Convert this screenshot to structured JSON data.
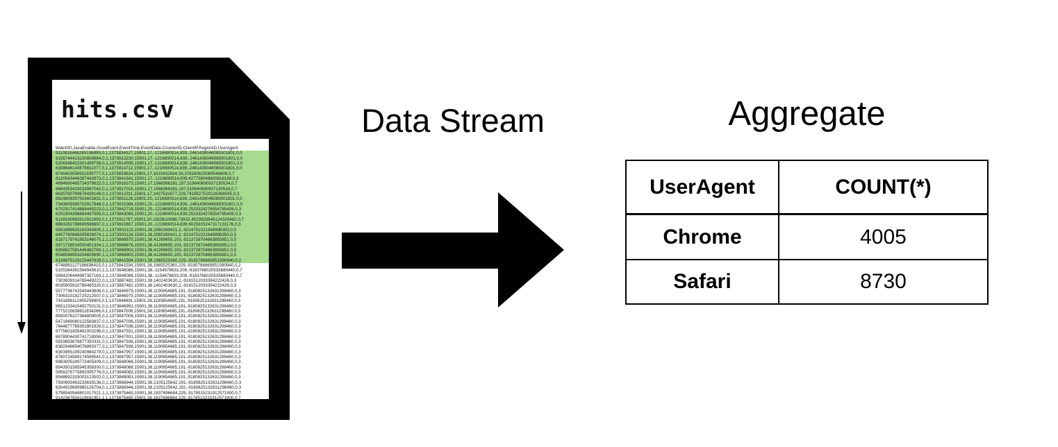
{
  "file": {
    "name": "hits.csv",
    "csv_header": "WatchID,JavaEnable,GoodEvent,EventTime,EventDate,CounterID,ClientIP,RegionID,UserAgent",
    "highlighted_row_count": 22,
    "highlight_color": "#a8db90",
    "csv_rows": [
      "9110818468285196899,0,1,1373834327,15901,17,-1216690514,839,-2461439046089301801,0,0",
      "8156744413230856864,0,1,1373913230,15901,17,-1216690514,839,-2461439046089301801,0,0",
      "5206346422301499756,0,1,1373914595,15901,17,-1216690514,839,-2461439046089301801,0,0",
      "6308646140879811077,0,1,1373914712,15901,17,-1216690514,839,-2461439046089301801,0,0",
      "8740403056911509777,0,1,1373833834,15901,17,1615432634,39,376160620089546609,0,7",
      "8120543446287442873,0,1,1373841641,15901,17,-1216690514,839,427738049800818189,0,3",
      "4894690465724379622,0,1,1373916373,15901,17,1568366281,197,519640690937130534,0,7",
      "6864353419233967042,0,1,1373917016,15901,17,1568366281,197,519640690937130534,0,7",
      "6635790769678439148,0,1,1373912311,15901,17,1427531677,229,7418527520126366595,0,3",
      "8924809397503602651,0,1,1373851126,15901,20,-1216690514,839,-2461439046089301801,0,0",
      "7343609385702917948,0,1,1373915384,15901,20,-1216690514,839,-2461439046089301801,0,0",
      "6702917414884445223,0,1,1373842719,15901,20,-1216690514,839,2523324276554785406,0,3",
      "6202304396663497555,0,1,1373843065,15901,20,-1216690514,839,2523324276554785406,0,3",
      "6139160982612911609,0,1,1373911797,15901,20,1825610888,73915,4523925649124320482,0,7",
      "8863282788606566657,0,1,1373910657,15901,20,-1216690514,839,6025915247317131176,0,3",
      "5581899925183342605,1,1,1373903123,15901,38,2060260421,2,-9214751021948998350,0,5",
      "8407760668305829074,1,1,1373903124,15901,38,2060260421,2,-9214751021948998350,0,5",
      "8187179741953146075,1,1,1373868875,15901,38,41269655,103,-9213728704863893851,0,5",
      "5971738016500451334,1,1,1373868876,15901,38,41269655,103,-9213728704863893851,0,5",
      "6058627581446482769,1,1,1373868903,15901,38,41269655,103,-9213728704863893851,0,5",
      "6548098953254805690,1,1,1373868903,15901,38,41269655,103,-9213728704863893851,0,5",
      "6134875129225447838,0,1,1373841594,15901,38,1965525360,229,-9185786869851590940,0,2",
      "6748981127186636415,0,1,1373841594,15901,38,1965525360,229,-9185786869851590940,0,2",
      "5105364361564945610,1,1,1373846086,15901,38,-1154678833,208,-9183768020535680440,0,7",
      "5894206448987357163,1,1,1373846086,15901,38,-1154678833,208,-9183768020535680440,0,7",
      "7303939314769449222,0,1,1373887482,15901,38,1402403630,2,-9181512033394222426,0,3",
      "8035905910786465320,0,1,1373887482,15901,38,1402403630,2,-9181512033394222426,0,3",
      "5577736742543443606,0,1,1373846975,15901,38,1190854685,191,-9180825132631298460,0,3",
      "7306310182725212507,0,1,1373846975,15901,38,1190854685,191,-9180825132631298460,0,3",
      "7431898112455259805,0,1,1373846991,15901,38,1190854685,191,-9180825132631298460,0,3",
      "8651233415492750131,0,1,1373846991,15901,38,1190854685,191,-9180825132631298460,0,3",
      "7775215638811834266,0,1,1373847006,15901,38,1190854685,191,-9180825132631298460,0,3",
      "8930076227364809005,0,1,1373847006,15901,38,1190854685,191,-9180825132631298460,0,3",
      "5471849080122583837,0,1,1373847036,15901,38,1190854685,191,-9180825132631298460,0,3",
      "7644677785951801926,0,1,1373847036,15901,38,1190854685,191,-9180825132631298460,0,3",
      "6775601835481003296,0,1,1373847931,15901,38,1190854685,191,-9180825132631298460,0,3",
      "8878904430741718956,0,1,1373847931,15901,38,1190854685,191,-9180825132631298460,0,3",
      "5919893676877350331,0,1,1373847936,15901,38,1190854685,191,-9180825132631298460,0,3",
      "6382948654076880377,0,1,1373847936,15901,38,1190854685,191,-9180825132631298460,0,3",
      "6303965199240984278,0,1,1373847957,15901,38,1190854685,191,-9180825132631298460,0,3",
      "8760724589174569541,0,1,1373847957,15901,38,1190854685,191,-9180825132631298460,0,3",
      "6963005249772405309,0,1,1373848068,15901,38,1190854685,191,-9180825132631298460,0,3",
      "8943501585945358300,0,1,1373848068,15901,38,1190854685,191,-9180825132631298460,0,3",
      "5956376775892095776,0,1,1373848083,15901,38,1190854685,191,-9180825132631298460,0,3",
      "8948892333003123502,0,1,1373848083,15901,38,1190854685,191,-9180825132631298460,0,3",
      "7930693463233639136,0,1,1373866944,15901,38,2105125642,191,-9180825132631298460,0,3",
      "8304919690965126704,0,1,1373866944,15901,38,2105125642,191,-9180825132631298460,0,3",
      "5798540546801017521,1,1,1373875465,15901,38,1837696684,229,-9178515231912571900,0,7",
      "9142387834119691951,1,1,1373875465,15901,38,1837696684,229,-9178515231912571900,0,7"
    ]
  },
  "stream": {
    "label": "Data Stream"
  },
  "aggregate": {
    "title": "Aggregate",
    "columns": [
      "UserAgent",
      "COUNT(*)"
    ],
    "rows": [
      {
        "user_agent": "Chrome",
        "count": "4005"
      },
      {
        "user_agent": "Safari",
        "count": "8730"
      }
    ]
  },
  "icons": {
    "file": "document-icon",
    "stream": "right-arrow-icon",
    "scroll": "down-arrow-icon"
  },
  "colors": {
    "highlight_green": "#a8db90",
    "foreground": "#000000",
    "background": "#ffffff"
  }
}
